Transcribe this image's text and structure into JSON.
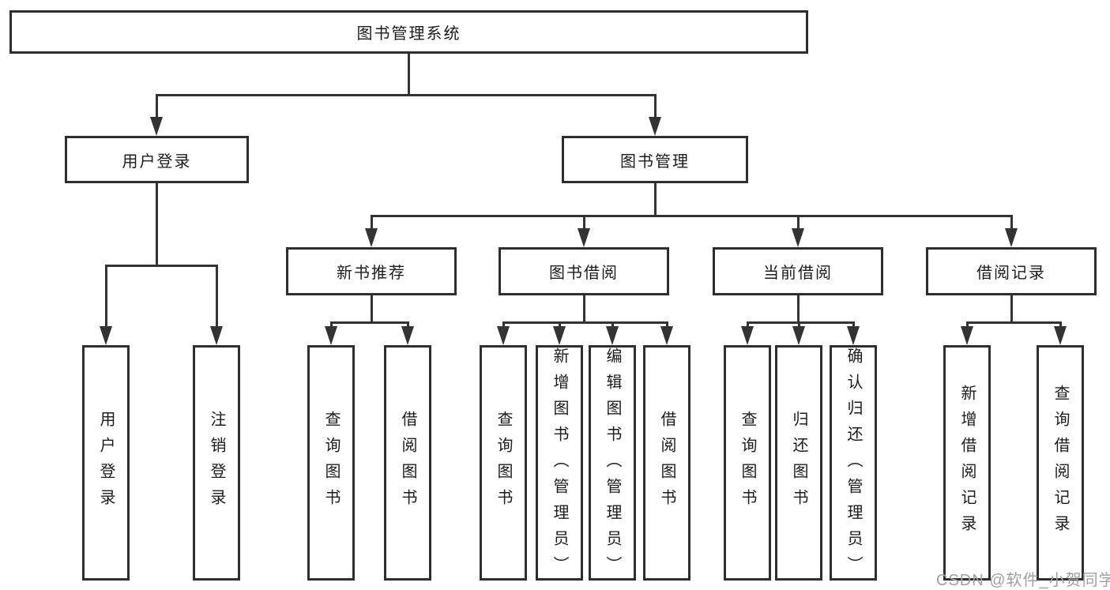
{
  "diagram": {
    "title_node": "图书管理系统",
    "root": {
      "label": "图书管理系统"
    },
    "branches": [
      {
        "label": "用户登录",
        "children": [
          {
            "label": "用户登录"
          },
          {
            "label": "注销登录"
          }
        ]
      },
      {
        "label": "图书管理",
        "children": [
          {
            "label": "新书推荐",
            "children": [
              {
                "label": "查询图书"
              },
              {
                "label": "借阅图书"
              }
            ]
          },
          {
            "label": "图书借阅",
            "children": [
              {
                "label": "查询图书"
              },
              {
                "label": "新增图书（管理员）"
              },
              {
                "label": "编辑图书（管理员）"
              },
              {
                "label": "借阅图书"
              }
            ]
          },
          {
            "label": "当前借阅",
            "children": [
              {
                "label": "查询图书"
              },
              {
                "label": "归还图书"
              },
              {
                "label": "确认归还（管理员）"
              }
            ]
          },
          {
            "label": "借阅记录",
            "children": [
              {
                "label": "新增借阅记录"
              },
              {
                "label": "查询借阅记录"
              }
            ]
          }
        ]
      }
    ]
  },
  "colors": {
    "line": "#333333",
    "box_border": "#2e2e2e",
    "text": "#1c1c1c",
    "watermark": "#a0a0a0"
  },
  "watermark": {
    "text": "CSDN @软件_小贺同学"
  }
}
